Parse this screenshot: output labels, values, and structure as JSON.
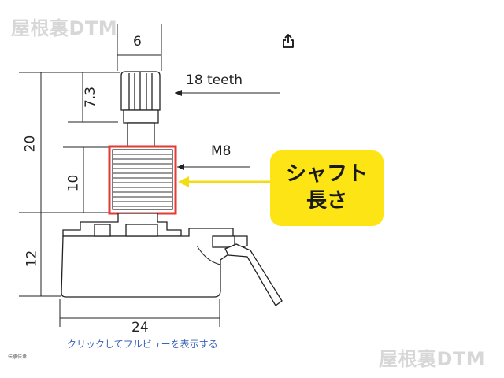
{
  "watermark": {
    "top_text": "屋根裏DTM",
    "bottom_text": "屋根裏DTM"
  },
  "toolbar": {
    "share_icon": "share-icon"
  },
  "drawing": {
    "dimensions": {
      "shaft_top_width": "6",
      "knurl_height": "7.3",
      "total_shaft_height": "20",
      "thread_length": "10",
      "body_height": "12",
      "body_width": "24"
    },
    "annotations": {
      "teeth": "18 teeth",
      "thread": "M8"
    },
    "highlight_color": "#e53935",
    "arrow_color": "#f2dc16"
  },
  "callout": {
    "line1": "シャフト",
    "line2": "長さ",
    "background": "#fde515"
  },
  "caption": {
    "link_text": "クリックしてフルビューを表示する",
    "small_text": "伝承伝承"
  }
}
